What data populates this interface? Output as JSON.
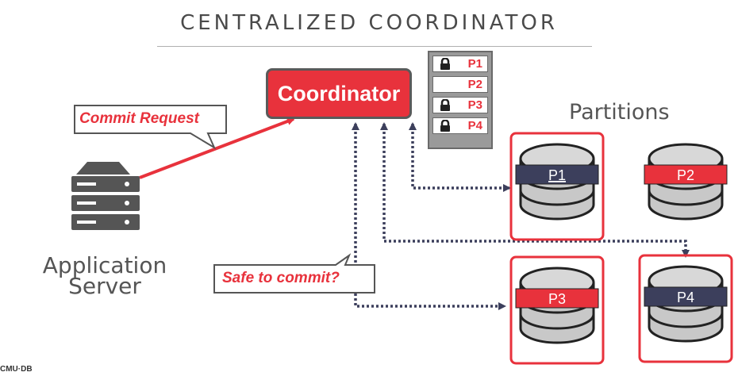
{
  "title": "CENTRALIZED COORDINATOR",
  "coordinator": {
    "label": "Coordinator"
  },
  "lock_table": [
    {
      "label": "P1",
      "locked": true
    },
    {
      "label": "P2",
      "locked": false
    },
    {
      "label": "P3",
      "locked": true
    },
    {
      "label": "P4",
      "locked": true
    }
  ],
  "partitions_heading": "Partitions",
  "partitions": [
    {
      "label": "P1",
      "highlighted": true,
      "band_color": "#3c3f5c"
    },
    {
      "label": "P2",
      "highlighted": false,
      "band_color": "#e8323c"
    },
    {
      "label": "P3",
      "highlighted": true,
      "band_color": "#e8323c"
    },
    {
      "label": "P4",
      "highlighted": true,
      "band_color": "#3c3f5c"
    }
  ],
  "callouts": {
    "commit_request": "Commit Request",
    "safe_to_commit": "Safe to commit?"
  },
  "app_server": {
    "line1": "Application",
    "line2": "Server"
  },
  "footer": "CMU·DB",
  "colors": {
    "accent": "#e8323c",
    "dark": "#3c3f5c",
    "server": "#555555"
  }
}
